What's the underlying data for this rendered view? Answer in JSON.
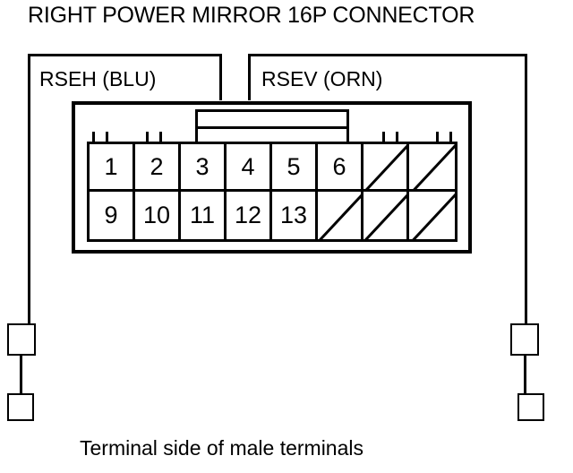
{
  "title": "RIGHT POWER MIRROR 16P CONNECTOR",
  "caption": "Terminal side of male terminals",
  "labels": [
    {
      "id": "left",
      "text": "RSEH (BLU)",
      "wire_name": "RSEH",
      "wire_color": "BLU"
    },
    {
      "id": "right",
      "text": "RSEV (ORN)",
      "wire_name": "RSEV",
      "wire_color": "ORN"
    }
  ],
  "connector": {
    "type": "16P",
    "columns": 8,
    "rows": 2,
    "cells": [
      [
        {
          "pin": "1",
          "blank": false
        },
        {
          "pin": "2",
          "blank": false
        },
        {
          "pin": "3",
          "blank": false
        },
        {
          "pin": "4",
          "blank": false
        },
        {
          "pin": "5",
          "blank": false
        },
        {
          "pin": "6",
          "blank": false
        },
        {
          "pin": "",
          "blank": true
        },
        {
          "pin": "",
          "blank": true
        }
      ],
      [
        {
          "pin": "9",
          "blank": false
        },
        {
          "pin": "10",
          "blank": false
        },
        {
          "pin": "11",
          "blank": false
        },
        {
          "pin": "12",
          "blank": false
        },
        {
          "pin": "13",
          "blank": false
        },
        {
          "pin": "",
          "blank": true
        },
        {
          "pin": "",
          "blank": true
        },
        {
          "pin": "",
          "blank": true
        }
      ]
    ]
  },
  "colors": {
    "line": "#000000",
    "background": "#ffffff"
  }
}
